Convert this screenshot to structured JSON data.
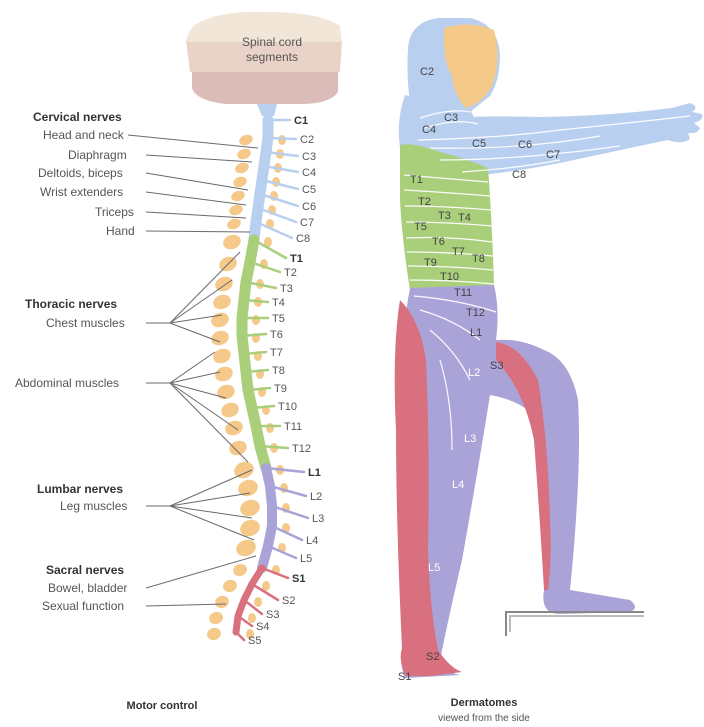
{
  "colors": {
    "cervical": "#b9cff0",
    "thoracic": "#a9cf7a",
    "lumbar": "#a9a3d8",
    "sacral": "#d9707f",
    "bone": "#f4c98a",
    "skin_face": "#f4c98a",
    "brain_top": "#f2e6d8",
    "brain_mid": "#e9d2c7",
    "brain_low": "#dcbcb9"
  },
  "brain": {
    "label_line1": "Spinal cord",
    "label_line2": "segments"
  },
  "motor": {
    "headers": {
      "cervical": "Cervical nerves",
      "thoracic": "Thoracic nerves",
      "lumbar": "Lumbar nerves",
      "sacral": "Sacral nerves"
    },
    "labels": {
      "head_neck": "Head and neck",
      "diaphragm": "Diaphragm",
      "deltoids": "Deltoids, biceps",
      "wrist": "Wrist extenders",
      "triceps": "Triceps",
      "hand": "Hand",
      "chest": "Chest muscles",
      "abdominal": "Abdominal muscles",
      "leg": "Leg muscles",
      "bowel": "Bowel, bladder",
      "sexual": "Sexual function"
    },
    "segments": [
      "C1",
      "C2",
      "C3",
      "C4",
      "C5",
      "C6",
      "C7",
      "C8",
      "T1",
      "T2",
      "T3",
      "T4",
      "T5",
      "T6",
      "T7",
      "T8",
      "T9",
      "T10",
      "T11",
      "T12",
      "L1",
      "L2",
      "L3",
      "L4",
      "L5",
      "S1",
      "S2",
      "S3",
      "S4",
      "S5"
    ]
  },
  "dermatomes": {
    "labels": [
      "C2",
      "C3",
      "C4",
      "C5",
      "C6",
      "C7",
      "C8",
      "T1",
      "T2",
      "T3",
      "T4",
      "T5",
      "T6",
      "T7",
      "T8",
      "T9",
      "T10",
      "T11",
      "T12",
      "L1",
      "L2",
      "S3",
      "L3",
      "L4",
      "L5",
      "S2",
      "S1"
    ]
  },
  "captions": {
    "motor": "Motor control",
    "dermatomes": "Dermatomes",
    "dermatomes_sub": "viewed from the side"
  }
}
